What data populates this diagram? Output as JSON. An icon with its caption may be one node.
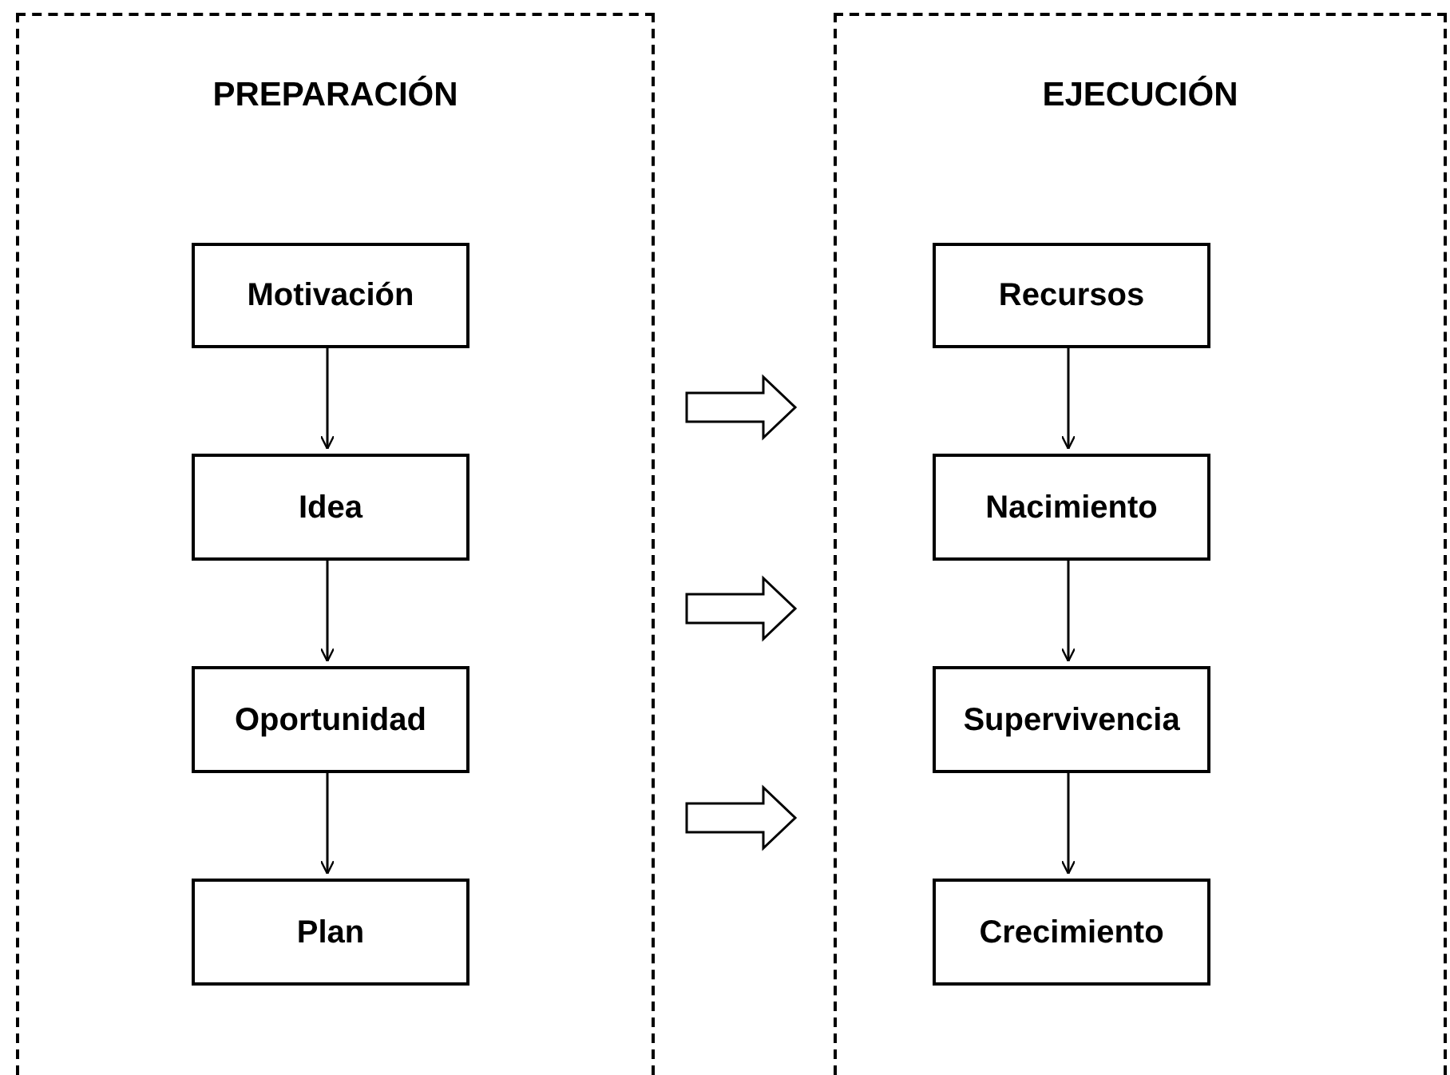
{
  "diagram": {
    "nodes": [
      {
        "text": [
          "PREPARACIÓN"
        ]
      },
      {
        "text": [
          "Motivación"
        ],
        "in": 0
      },
      {
        "text": [
          "Idea"
        ],
        "in": 0
      },
      {
        "text": [
          "Oportunidad"
        ],
        "in": 0
      },
      {
        "text": [
          "Plan"
        ],
        "in": 0
      },
      {
        "text": [
          "EJECUCIÓN"
        ]
      },
      {
        "text": [
          "Recursos"
        ],
        "in": 5
      },
      {
        "text": [
          "Nacimiento"
        ],
        "in": 5
      },
      {
        "text": [
          "Supervivencia"
        ],
        "in": 5
      },
      {
        "text": [
          "Crecimiento"
        ],
        "in": 5
      }
    ],
    "edges": [
      {
        "from": 1,
        "to": 2,
        "arrow": "to"
      },
      {
        "from": 2,
        "to": 3,
        "arrow": "to"
      },
      {
        "from": 3,
        "to": 4,
        "arrow": "to"
      },
      {
        "from": 6,
        "to": 7,
        "arrow": "to"
      },
      {
        "from": 7,
        "to": 8,
        "arrow": "to"
      },
      {
        "from": 8,
        "to": 9,
        "arrow": "to"
      },
      {
        "from": 0,
        "to": 5,
        "arrow": "to",
        "style": "thick"
      },
      {
        "from": 0,
        "to": 5,
        "arrow": "to",
        "style": "thick"
      },
      {
        "from": 0,
        "to": 5,
        "arrow": "to",
        "style": "thick"
      }
    ]
  }
}
